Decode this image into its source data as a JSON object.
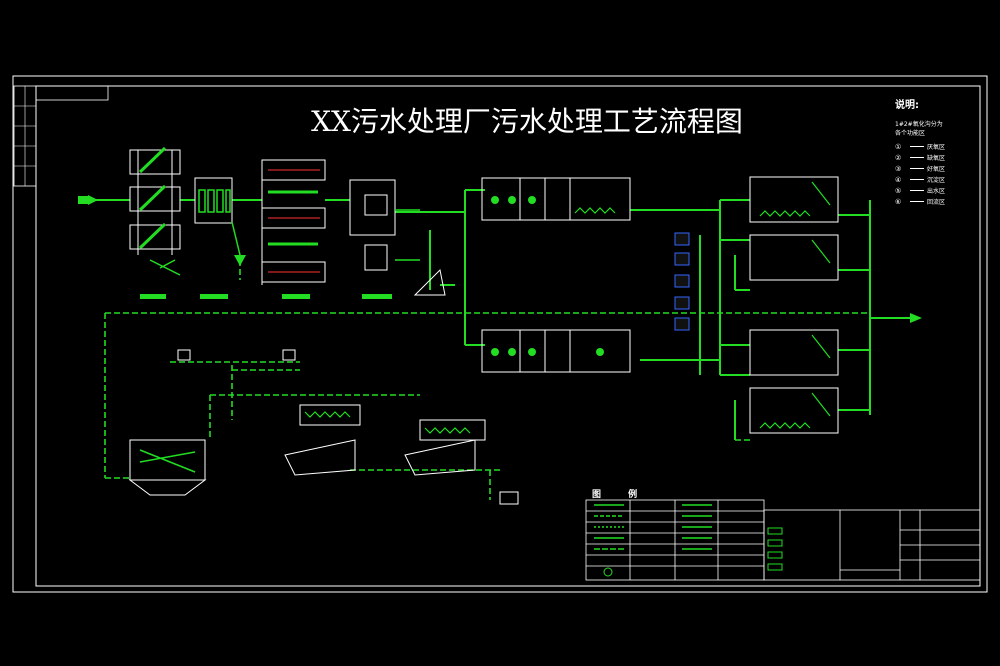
{
  "title": "XX污水处理厂污水处理工艺流程图",
  "legend": {
    "heading": "说明:",
    "intro_line1": "1#2#氧化沟分为",
    "intro_line2": "各个功能区",
    "items": [
      {
        "num": "①",
        "label": "厌氧区"
      },
      {
        "num": "②",
        "label": "缺氧区"
      },
      {
        "num": "③",
        "label": "好氧区"
      },
      {
        "num": "④",
        "label": "沉淀区"
      },
      {
        "num": "⑤",
        "label": "出水区"
      },
      {
        "num": "⑥",
        "label": "回流区"
      }
    ]
  },
  "table_heading": "图 例",
  "colors": {
    "line": "#22dd22",
    "water": "#33ff33",
    "frame": "#ffffff",
    "accent_red": "#ff3333",
    "accent_blue": "#3366ff",
    "accent_yellow": "#ffdd33",
    "background": "#000000"
  }
}
